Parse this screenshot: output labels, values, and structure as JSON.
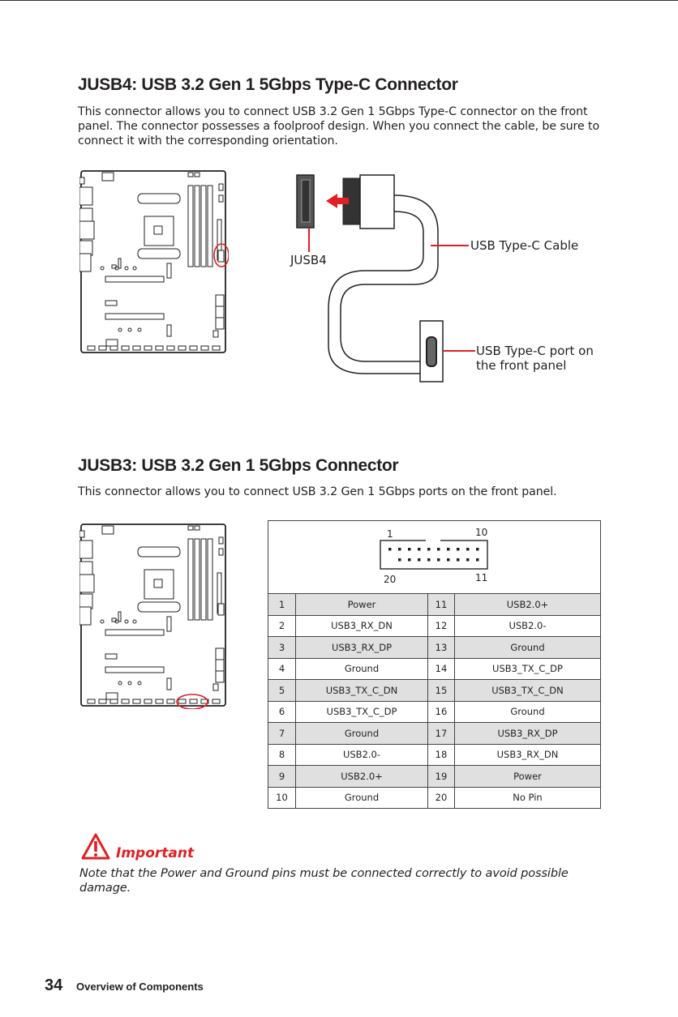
{
  "section1": {
    "title": "JUSB4: USB 3.2 Gen 1 5Gbps Type-C Connector",
    "body": "This connector allows you to connect USB 3.2 Gen 1 5Gbps Type-C connector on the front panel. The connector possesses a foolproof design. When you connect the cable, be sure to connect it with the corresponding orientation.",
    "labels": {
      "connector": "JUSB4",
      "cable": "USB Type-C Cable",
      "port_line1": "USB Type-C port on",
      "port_line2": "the front panel"
    }
  },
  "section2": {
    "title": "JUSB3: USB 3.2 Gen 1 5Gbps Connector",
    "body": "This connector allows you to connect USB 3.2 Gen 1 5Gbps ports on the front panel.",
    "pin_labels": {
      "top_left": "1",
      "top_right": "10",
      "bottom_left": "20",
      "bottom_right": "11"
    },
    "pins": [
      [
        "1",
        "Power",
        "11",
        "USB2.0+"
      ],
      [
        "2",
        "USB3_RX_DN",
        "12",
        "USB2.0-"
      ],
      [
        "3",
        "USB3_RX_DP",
        "13",
        "Ground"
      ],
      [
        "4",
        "Ground",
        "14",
        "USB3_TX_C_DP"
      ],
      [
        "5",
        "USB3_TX_C_DN",
        "15",
        "USB3_TX_C_DN"
      ],
      [
        "6",
        "USB3_TX_C_DP",
        "16",
        "Ground"
      ],
      [
        "7",
        "Ground",
        "17",
        "USB3_RX_DP"
      ],
      [
        "8",
        "USB2.0-",
        "18",
        "USB3_RX_DN"
      ],
      [
        "9",
        "USB2.0+",
        "19",
        "Power"
      ],
      [
        "10",
        "Ground",
        "20",
        "No Pin"
      ]
    ]
  },
  "important": {
    "title": "Important",
    "note": "Note that the Power and Ground pins must be connected correctly to avoid possible damage."
  },
  "footer": {
    "page_number": "34",
    "section": "Overview of Components"
  },
  "colors": {
    "accent": "#e31e24"
  }
}
